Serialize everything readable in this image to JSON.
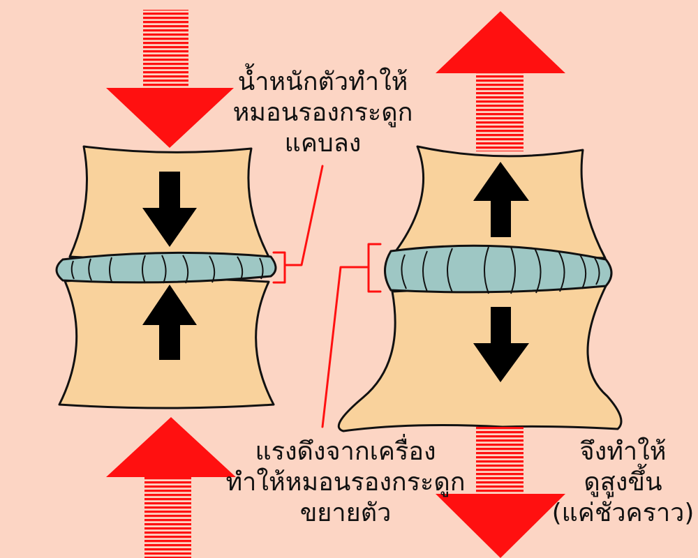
{
  "labels": {
    "compressed": [
      "น้ำหนักตัวทำให้",
      "หมอนรองกระดูก",
      "แคบลง"
    ],
    "traction": [
      "แรงดึงจากเครื่อง",
      "ทำให้หมอนรองกระดูก",
      "ขยายตัว"
    ],
    "result": [
      "จึงทำให้",
      "ดูสูงขึ้น",
      "(แค่ชั่วคราว)"
    ]
  },
  "colors": {
    "background": "#fcd5c4",
    "bone": "#f9d29c",
    "disc": "#9ec7c4",
    "external_arrow": "#ff1010",
    "internal_arrow": "#000000",
    "bracket": "#ff1010"
  }
}
